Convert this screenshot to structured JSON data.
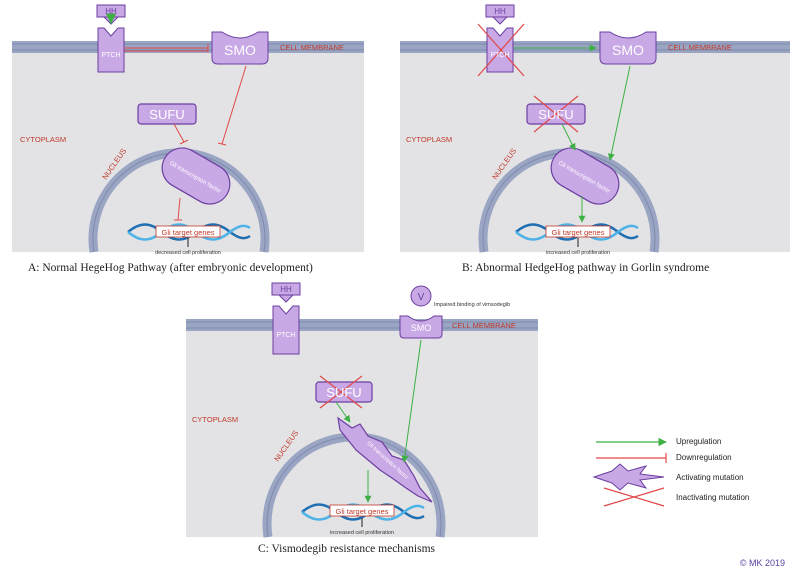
{
  "colors": {
    "cytoplasm": "#e3e3e5",
    "membrane": "#9aa5c4",
    "membrane_dark": "#7f8aad",
    "protein_fill": "#c9a8e6",
    "protein_stroke": "#6b3fa0",
    "upregulation": "#3cb043",
    "downregulation": "#e04848",
    "inactivating_mark": "#e04848",
    "dna_dark": "#1f6fb2",
    "dna_light": "#4fb3e8",
    "label_red": "#c0392b",
    "label_dark": "#222222"
  },
  "panel_a": {
    "hh": "HH",
    "ptch": "PTCH",
    "smo": "SMO",
    "cell_membrane": "CELL MEMBRANE",
    "sufu": "SUFU",
    "cytoplasm": "CYTOPLASM",
    "nucleus": "NUCLEUS",
    "gli_factor": "Gli transcription factor",
    "gli_target": "Gli target genes",
    "outcome": "decreased cell proliferation",
    "caption": "A: Normal HegeHog Pathway (after embryonic development)"
  },
  "panel_b": {
    "hh": "HH",
    "ptch": "PTCH",
    "smo": "SMO",
    "cell_membrane": "CELL MEMBRANE",
    "sufu": "SUFU",
    "cytoplasm": "CYTOPLASM",
    "nucleus": "NUCLEUS",
    "gli_factor": "Gli transcription factor",
    "gli_target": "Gli target genes",
    "outcome": "increased cell proliferation",
    "caption": "B: Abnormal HedgeHog pathway in Gorlin syndrome"
  },
  "panel_c": {
    "hh": "HH",
    "ptch": "PTCH",
    "smo": "SMO",
    "v": "V",
    "v_note": "Impaired binding of vimsodegib",
    "cell_membrane": "CELL MEMBRANE",
    "sufu": "SUFU",
    "cytoplasm": "CYTOPLASM",
    "nucleus": "NUCLEUS",
    "gli_factor": "Gli transcription factor",
    "gli_target": "Gli target genes",
    "outcome": "increased cell proliferation",
    "caption": "C: Vismodegib resistance mechanisms"
  },
  "legend": {
    "upregulation": "Upregulation",
    "downregulation": "Downregulation",
    "activating": "Activating mutation",
    "inactivating": "Inactivating mutation"
  },
  "copyright": "© MK 2019"
}
